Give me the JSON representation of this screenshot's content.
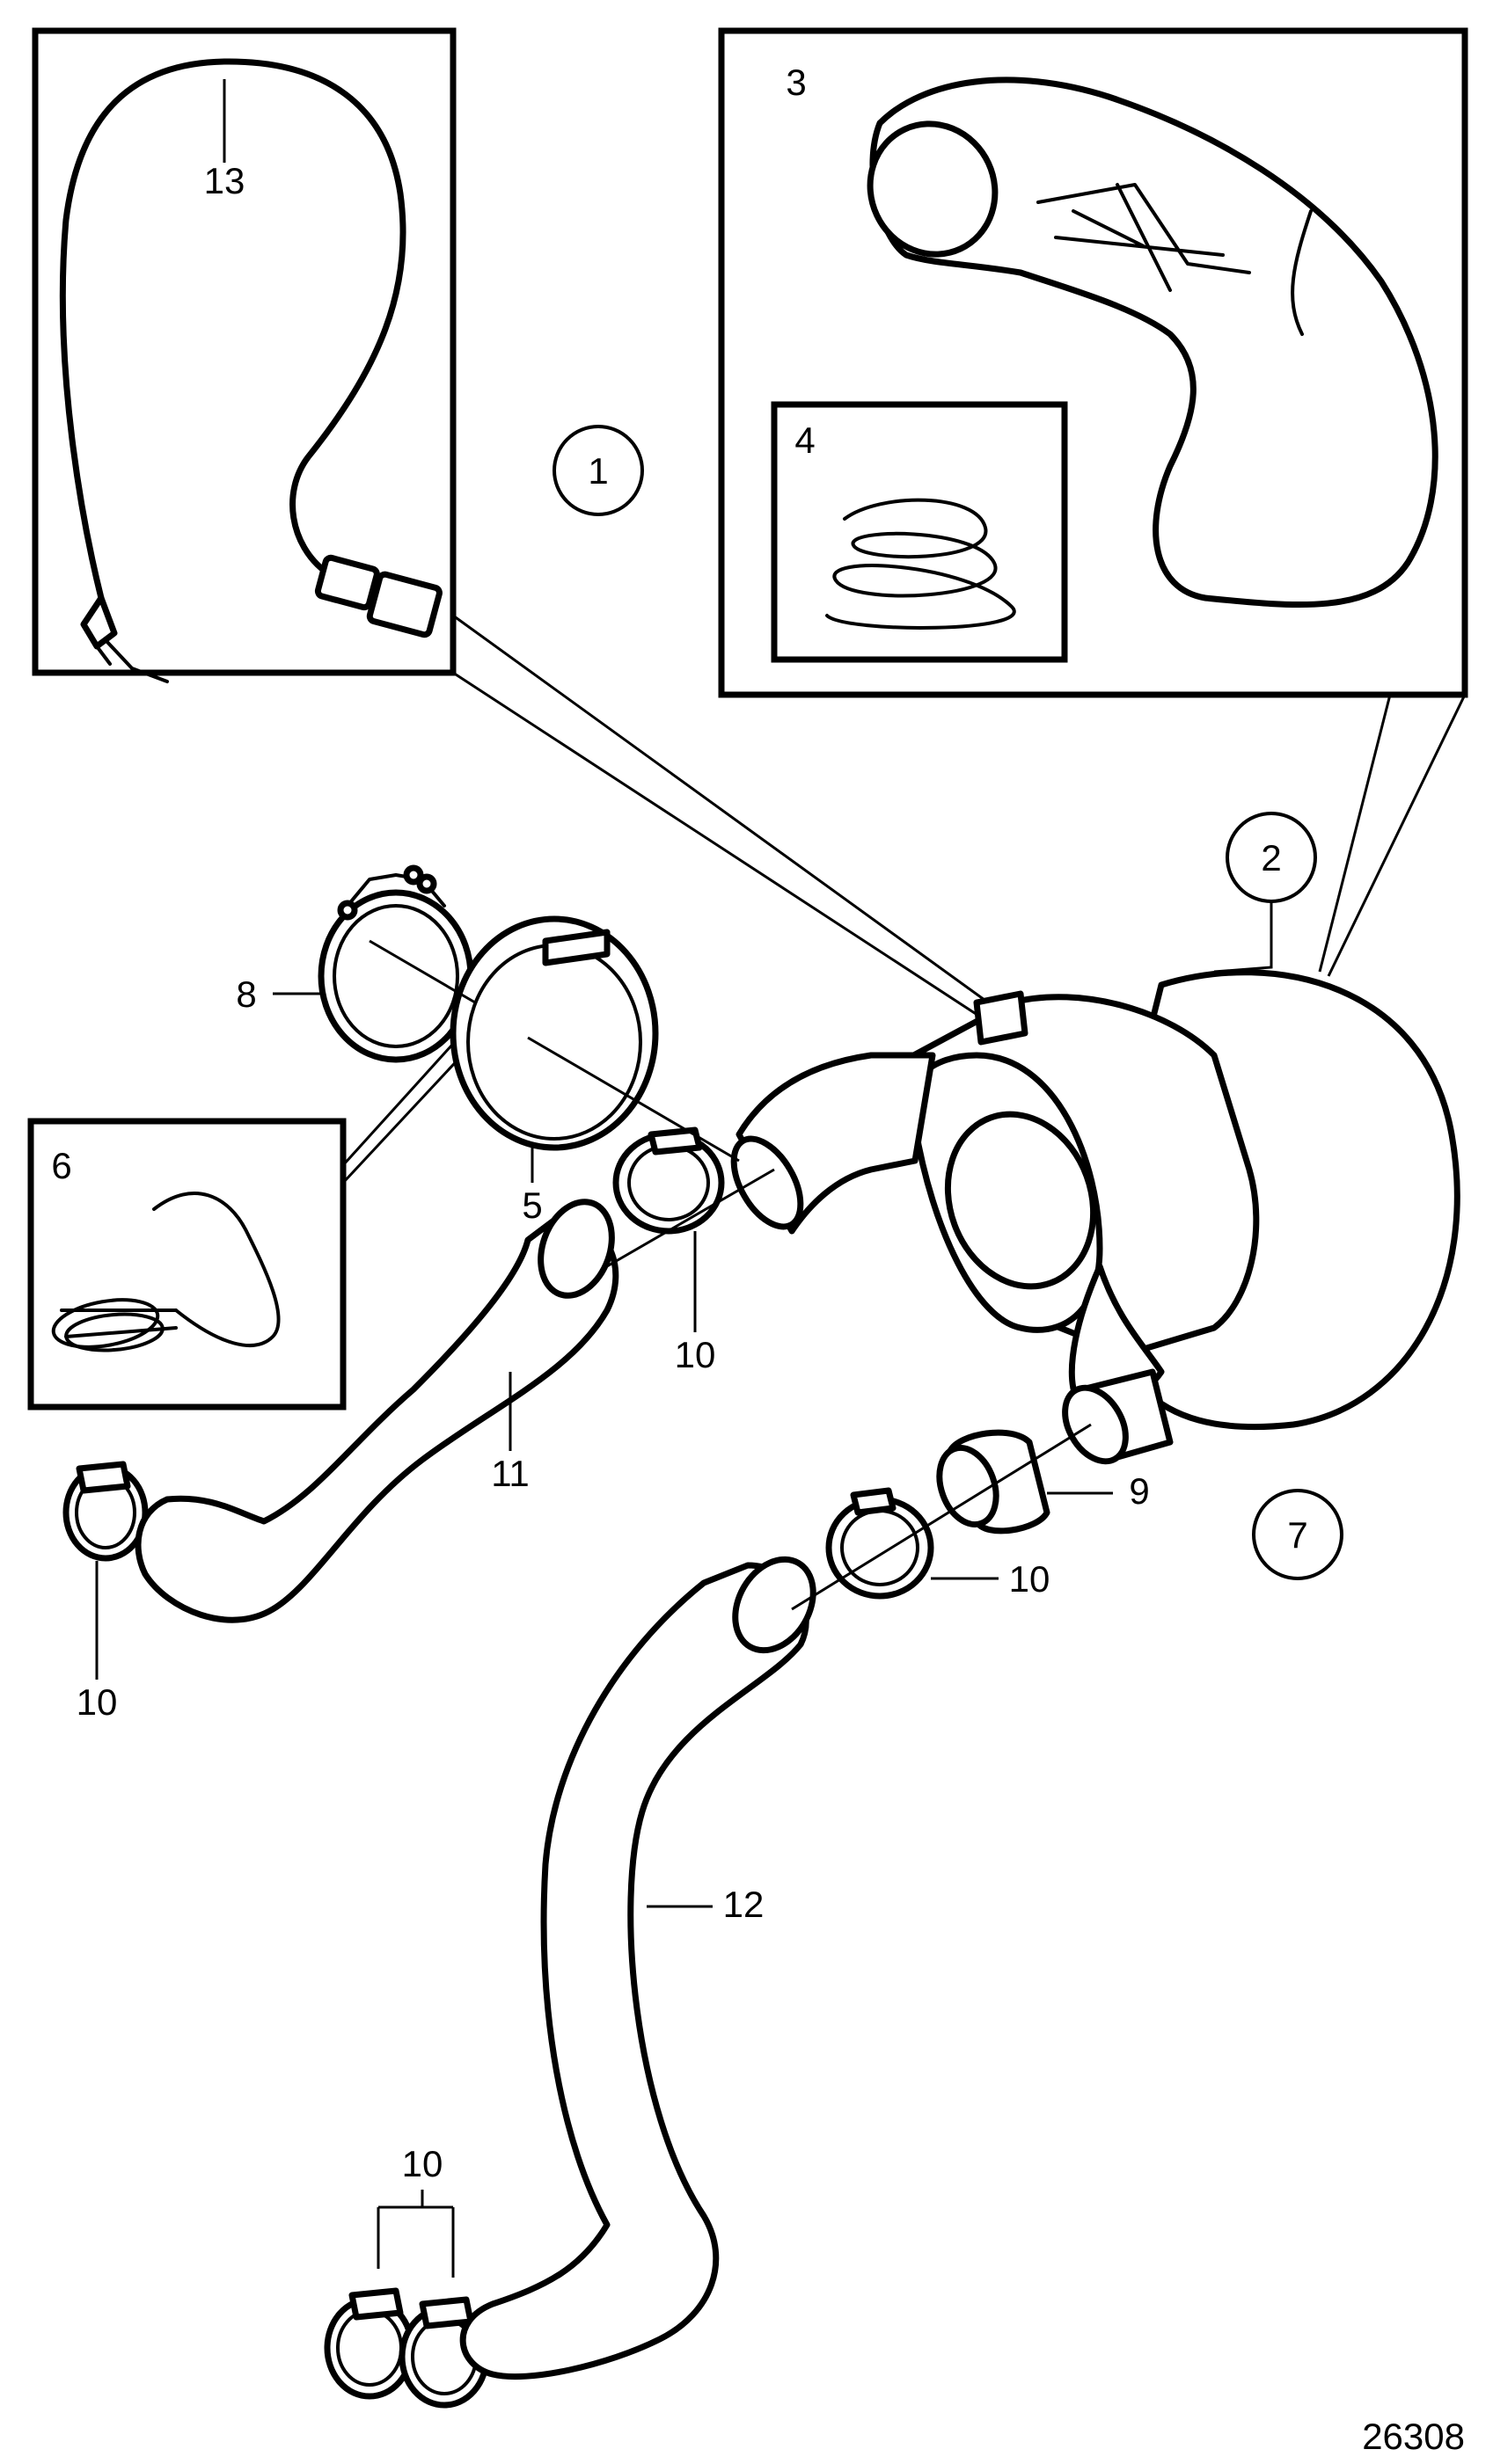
{
  "callouts": {
    "c1": "1",
    "c2": "2",
    "c3": "3",
    "c4": "4",
    "c5": "5",
    "c6": "6",
    "c7": "7",
    "c8": "8",
    "c9": "9",
    "c10a": "10",
    "c10b": "10",
    "c10c": "10",
    "c10d": "10",
    "c11": "11",
    "c12": "12",
    "c13": "13"
  },
  "figure_number": "26308"
}
